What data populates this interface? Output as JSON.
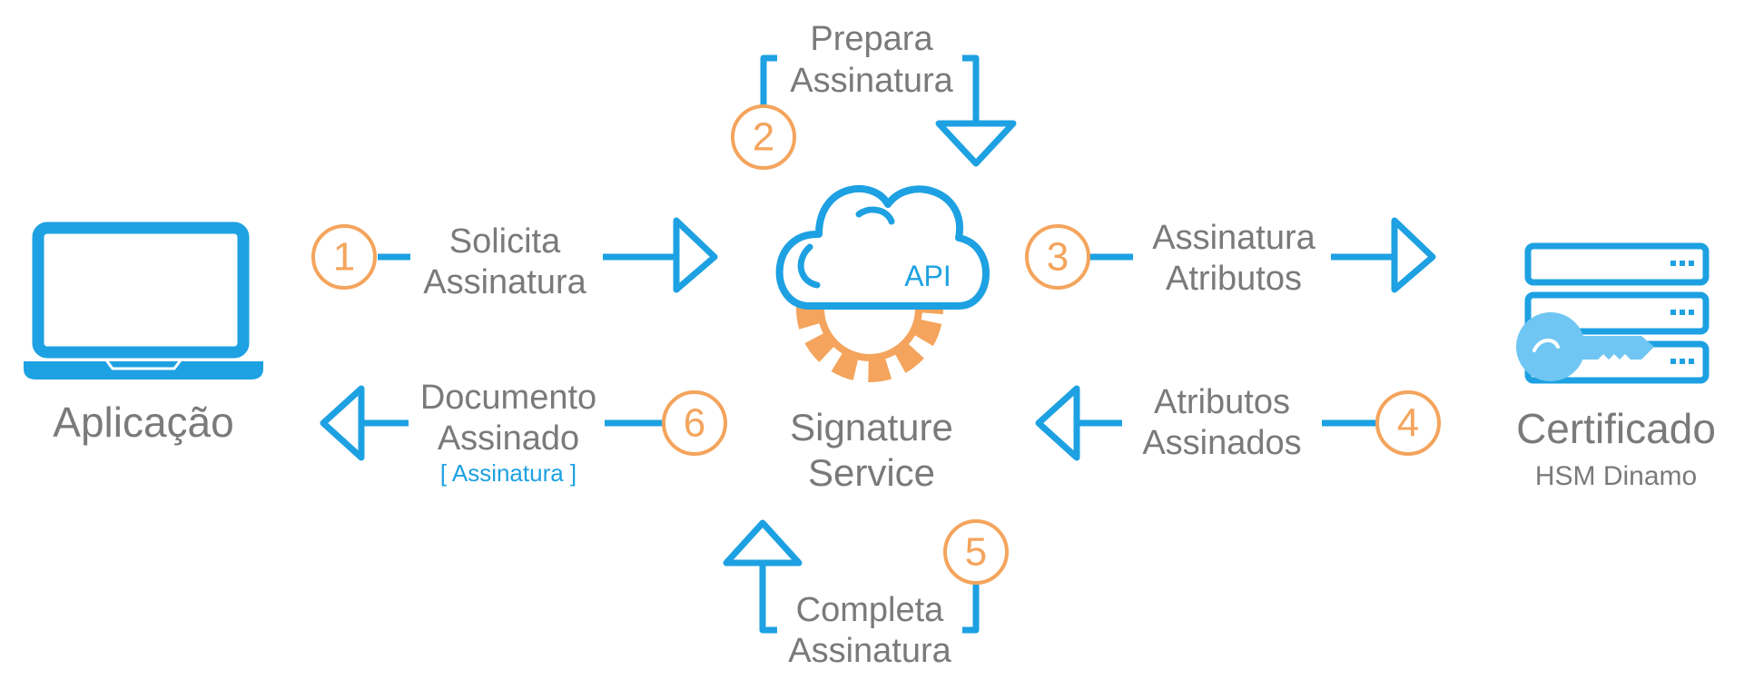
{
  "colors": {
    "blue": "#1da1e2",
    "orange": "#f4a45c",
    "gray": "#7a7a7a",
    "key": "#6fc6f2"
  },
  "nodes": {
    "application": {
      "label": "Aplicação",
      "icon": "laptop-icon"
    },
    "service": {
      "title_line1": "Signature",
      "title_line2": "Service",
      "api_label": "API",
      "icon": "cloud-gear-icon"
    },
    "certificate": {
      "label": "Certificado",
      "sublabel": "HSM Dinamo",
      "icon": "server-key-icon"
    }
  },
  "steps": [
    {
      "number": "1",
      "line1": "Solicita",
      "line2": "Assinatura"
    },
    {
      "number": "2",
      "line1": "Prepara",
      "line2": "Assinatura"
    },
    {
      "number": "3",
      "line1": "Assinatura",
      "line2": "Atributos"
    },
    {
      "number": "4",
      "line1": "Atributos",
      "line2": "Assinados"
    },
    {
      "number": "5",
      "line1": "Completa",
      "line2": "Assinatura"
    },
    {
      "number": "6",
      "line1": "Documento",
      "line2": "Assinado",
      "line3": "[ Assinatura ]"
    }
  ]
}
